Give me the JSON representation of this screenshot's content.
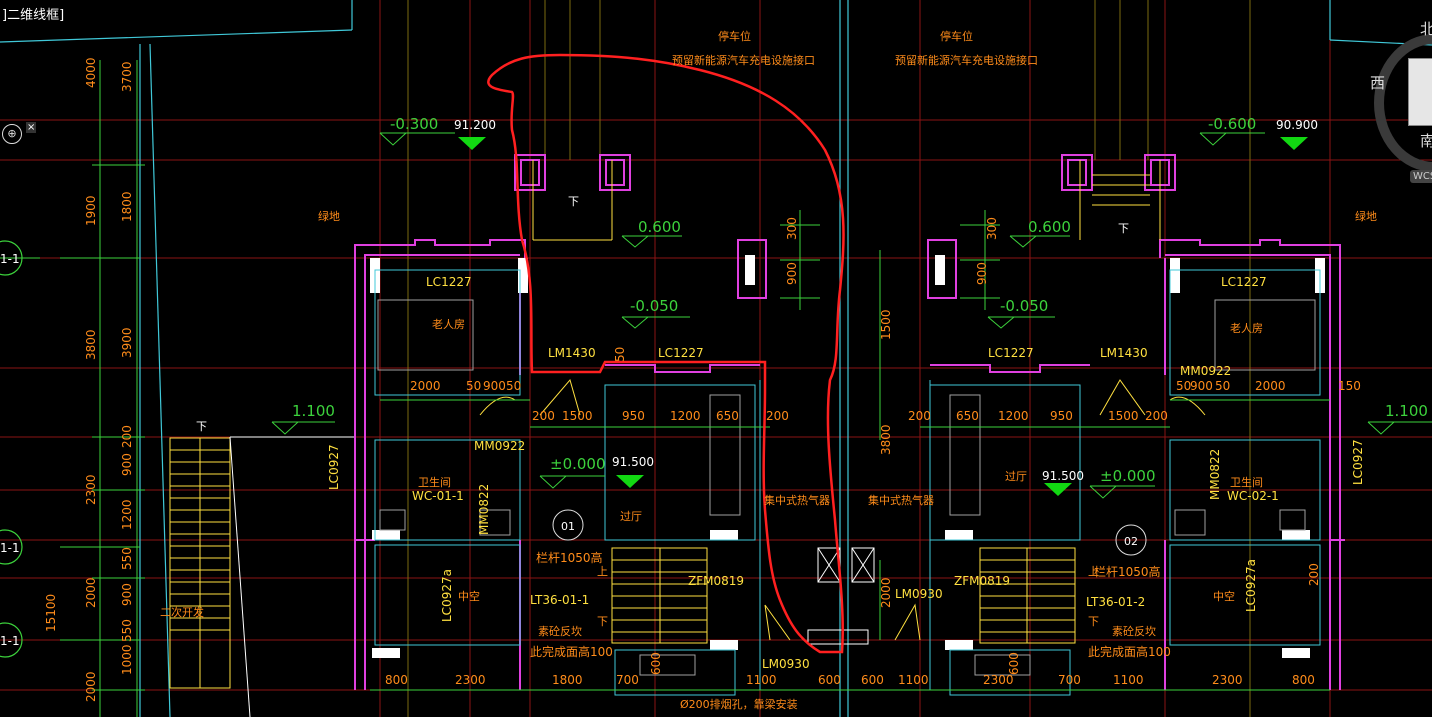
{
  "window": {
    "view_label": "[-][俯视][二维线框]",
    "view_label_visible": "]二维线框]"
  },
  "ucs": {
    "symbol": "⊕",
    "close": "×"
  },
  "viewcube": {
    "north": "北",
    "west": "西",
    "south": "南",
    "wcs": "WCS"
  },
  "top": {
    "parking_left": "停车位",
    "parking_right": "停车位",
    "ev_left": "预留新能源汽车充电设施接口",
    "ev_right": "预留新能源汽车充电设施接口"
  },
  "levels": {
    "lvl_m0300": "-0.300",
    "lvl_91200": "91.200",
    "lvl_m0600": "-0.600",
    "lvl_90900": "90.900",
    "lvl_0600_l": "0.600",
    "lvl_0600_r": "0.600",
    "lvl_m0050_l": "-0.050",
    "lvl_m0050_r": "-0.050",
    "lvl_1100_l": "1.100",
    "lvl_1100_r": "1.100",
    "lvl_0000_l": "±0.000",
    "lvl_91500_l": "91.500",
    "lvl_91500_r": "91.500",
    "lvl_0000_r": "±0.000"
  },
  "areas": {
    "green_l": "绿地",
    "green_r": "绿地",
    "elder_l": "老人房",
    "elder_r": "老人房",
    "bath_l": "卫生间",
    "bath_r": "卫生间",
    "hall_l": "过厅",
    "hall_r": "过厅",
    "void_l": "中空",
    "void_r": "中空",
    "heater_l": "集中式热气器",
    "heater_r": "集中式热气器",
    "rail_l": "栏杆1050高",
    "rail_r": "栏杆1050高",
    "slope_l": "素砼反坎",
    "slope_r": "素砼反坎",
    "finish_l": "此完成面高100",
    "finish_r": "此完成面高100",
    "up_l": "上",
    "down_l": "下",
    "up_r": "上",
    "down_r": "下",
    "down_top_l": "下",
    "down_top_r": "下",
    "down_stair": "下",
    "exhaust": "Ø200排烟孔，靠梁安装",
    "stair_note": "二次开发",
    "axis_01": "01",
    "axis_02": "02"
  },
  "codes": {
    "lc1227_a": "LC1227",
    "lc1227_b": "LC1227",
    "lc1227_c": "LC1227",
    "lc1227_d": "LC1227",
    "lm1430_l": "LM1430",
    "lm1430_r": "LM1430",
    "mm0922_l": "MM0922",
    "mm0922_r": "MM0922",
    "mm0822_l": "MM0822",
    "mm0822_r": "MM0822",
    "lc0927_l": "LC0927",
    "lc0927_r": "LC0927",
    "lc0927a_l": "LC0927a",
    "lc0927a_r": "LC0927a",
    "wc01": "WC-01-1",
    "wc02": "WC-02-1",
    "zfm_l": "ZFM0819",
    "zfm_r": "ZFM0819",
    "lt_l": "LT36-01-1",
    "lt_r": "LT36-01-2",
    "lm0930_a": "LM0930",
    "lm0930_b": "LM0930"
  },
  "dims": {
    "v_4000": "4000",
    "v_3700": "3700",
    "v_1900": "1900",
    "v_1800": "1800",
    "v_3800": "3800",
    "v_3900": "3900",
    "v_200": "200",
    "v_900": "900",
    "v_2300": "2300",
    "v_1200": "1200",
    "v_550a": "550",
    "v_2000a": "2000",
    "v_900b": "900",
    "v_15100": "15100",
    "v_550b": "550",
    "v_1000": "1000",
    "v_2000b": "2000",
    "v_300a": "300",
    "v_900c": "900",
    "v_300b": "300",
    "v_900d": "900",
    "v_1500": "1500",
    "v_3800b": "3800",
    "v_2000c": "2000",
    "v_50": "50",
    "v_200r": "200",
    "h_2000_l": "2000",
    "h_50_l": "50",
    "h_900_l": "900",
    "h_50b_l": "50",
    "h_200a": "200",
    "h_1500a": "1500",
    "h_950a": "950",
    "h_1200a": "1200",
    "h_650a": "650",
    "h_200b": "200",
    "h_200c": "200",
    "h_650b": "650",
    "h_1200b": "1200",
    "h_950b": "950",
    "h_1500b": "1500",
    "h_200d": "200",
    "h_50_r": "50",
    "h_900_r": "900",
    "h_50b_r": "50",
    "h_2000_r": "2000",
    "h_150_r": "150",
    "b_800a": "800",
    "b_2300a": "2300",
    "b_1800": "1800",
    "b_700a": "700",
    "b_1100a": "1100",
    "b_600a": "600",
    "b_600b": "600",
    "b_1100b": "1100",
    "b_2300b": "2300",
    "b_700b": "700",
    "b_1100c": "1100",
    "b_2300c": "2300",
    "b_800b": "800",
    "b_600c": "600",
    "b_600d": "600"
  },
  "axis_bubbles": {
    "a1": "1-1",
    "a2": "1-1",
    "a3": "1-1"
  },
  "colors": {
    "background": "#000000",
    "grid_red": "#c81818",
    "wall_magenta": "#e040e0",
    "dim_green": "#3cd23c",
    "text_orange": "#ff8c1a",
    "text_yellow": "#ffe040",
    "cyan_line": "#40c8d8",
    "markup_red": "#ff2020"
  }
}
